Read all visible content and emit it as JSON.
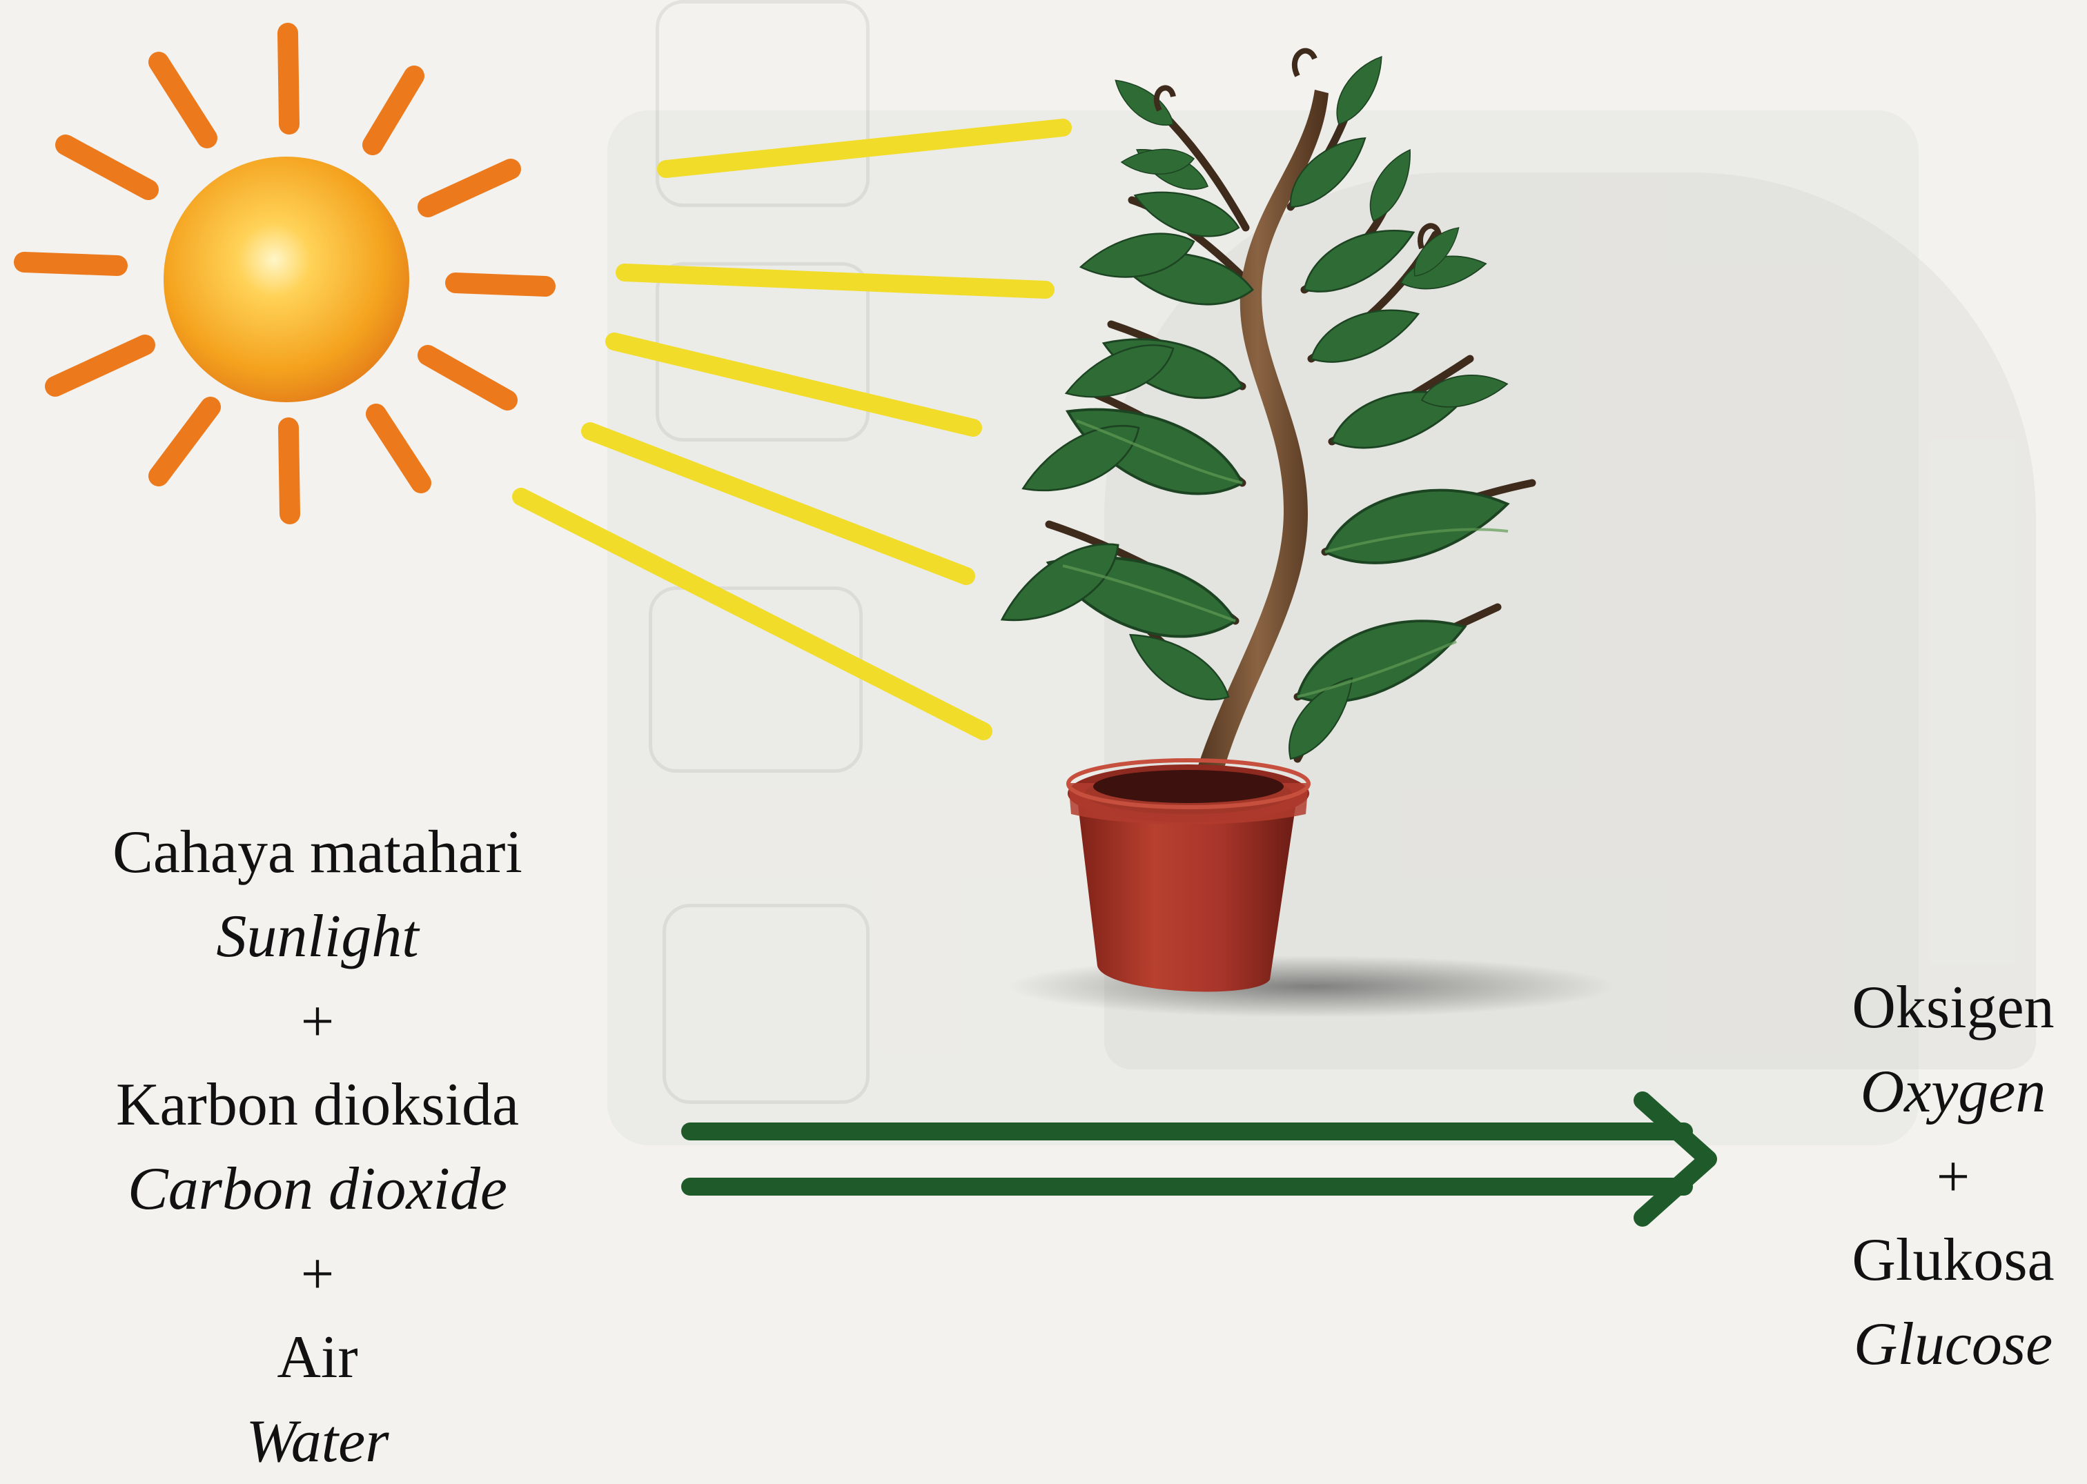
{
  "reactants": {
    "items": [
      {
        "ms": "Cahaya matahari",
        "en": "Sunlight"
      },
      {
        "ms": "Karbon dioksida",
        "en": "Carbon dioxide"
      },
      {
        "ms": "Air",
        "en": "Water"
      }
    ],
    "plus": "+"
  },
  "products": {
    "items": [
      {
        "ms": "Oksigen",
        "en": "Oxygen"
      },
      {
        "ms": "Glukosa",
        "en": "Glucose"
      }
    ],
    "plus": "+"
  },
  "icons": {
    "sun": "sun-icon",
    "plant": "potted-plant-icon",
    "arrow": "double-arrow-icon"
  },
  "colors": {
    "sun_body": "#f0a020",
    "sun_rays": "#ec7a1c",
    "light_beams": "#f2dc2a",
    "leaf": "#2f6b34",
    "stem": "#6b4a2e",
    "pot": "#a8352a",
    "arrow": "#1f5a2a"
  }
}
